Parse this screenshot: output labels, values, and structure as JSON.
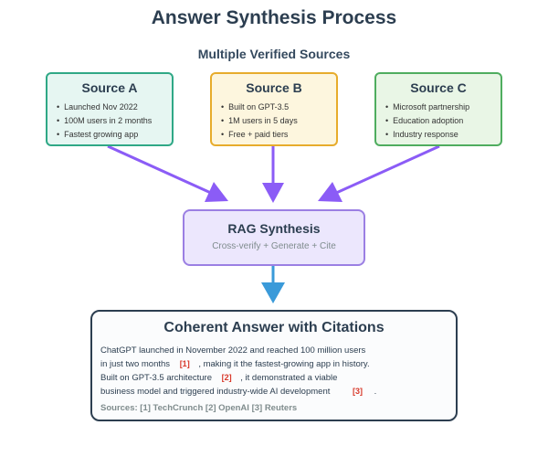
{
  "title": "Answer Synthesis Process",
  "subtitle": "Multiple Verified Sources",
  "sources": [
    {
      "title": "Source A",
      "items": [
        "Launched Nov 2022",
        "100M users in 2 months",
        "Fastest growing app"
      ]
    },
    {
      "title": "Source B",
      "items": [
        "Built on GPT-3.5",
        "1M users in 5 days",
        "Free + paid tiers"
      ]
    },
    {
      "title": "Source C",
      "items": [
        "Microsoft partnership",
        "Education adoption",
        "Industry response"
      ]
    }
  ],
  "rag": {
    "title": "RAG Synthesis",
    "subtitle": "Cross-verify + Generate + Cite"
  },
  "answer": {
    "title": "Coherent Answer with Citations",
    "line1": "ChatGPT launched in November 2022 and reached 100 million users",
    "line2_a": "in just two months",
    "cite1": "[1]",
    "line2_b": ", making it the fastest-growing app in history.",
    "line3_a": "Built on GPT-3.5 architecture",
    "cite2": "[2]",
    "line3_b": ", it demonstrated a viable",
    "line4_a": "business model and triggered industry-wide AI development",
    "cite3": "[3]",
    "line4_b": ".",
    "sources_line": "Sources: [1] TechCrunch [2] OpenAI [3] Reuters"
  },
  "colors": {
    "arrow_purple": "#8b5cf6",
    "arrow_blue": "#3a9ad9",
    "source_a": "#2fa886",
    "source_b": "#e7ac2c",
    "source_c": "#4fad5f",
    "citation": "#d8392b"
  }
}
